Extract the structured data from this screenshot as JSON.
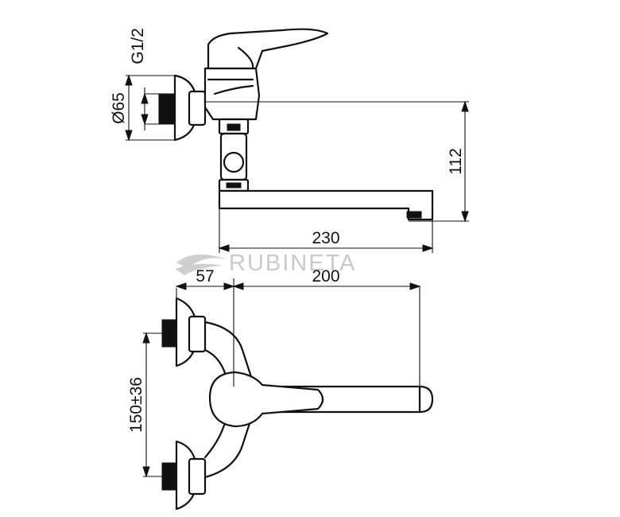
{
  "brand": {
    "watermark": "RUBINETA"
  },
  "dimensions": {
    "thread": "G1/2",
    "diameter": "Ø65",
    "height": "112",
    "spout_length": "230",
    "offset": "57",
    "spout_reach": "200",
    "center_distance": "150±36"
  }
}
